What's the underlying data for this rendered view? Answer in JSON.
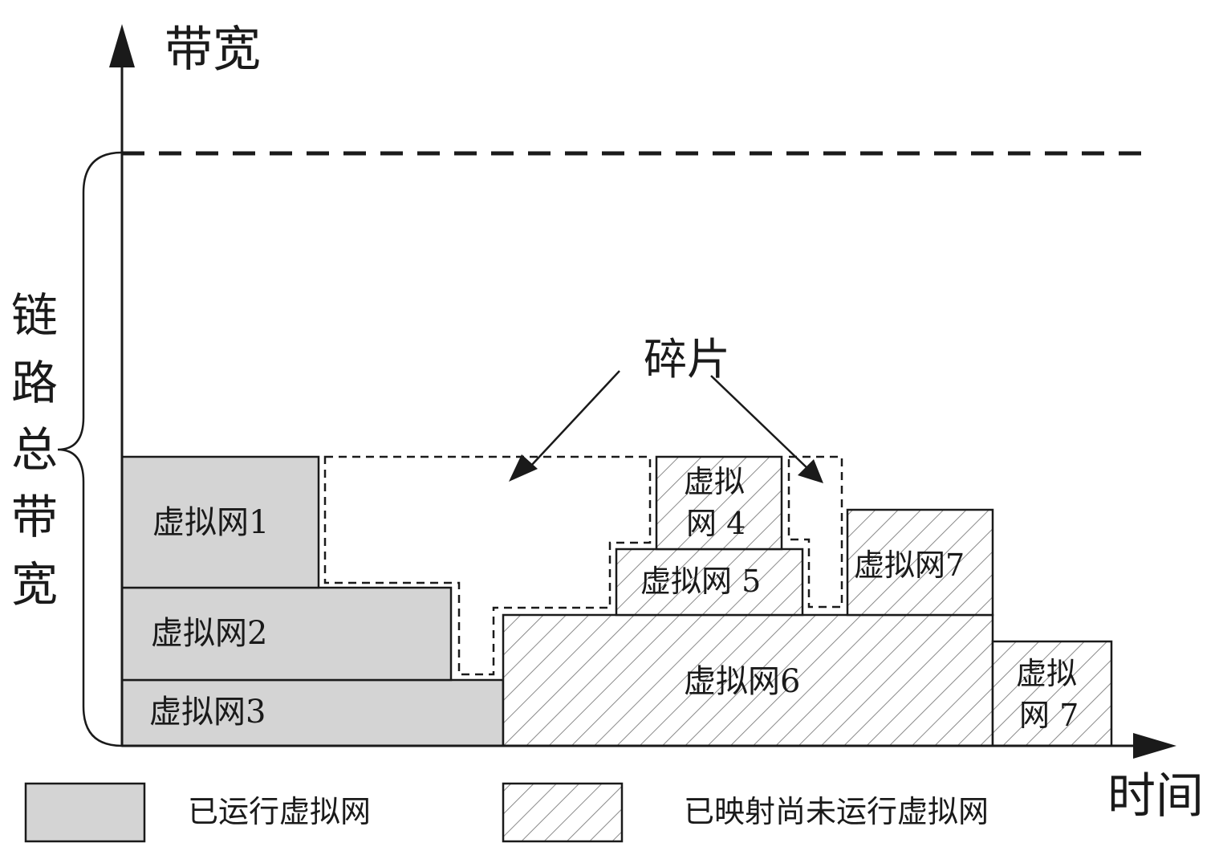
{
  "axes": {
    "y_title": "带宽",
    "x_title": "时间"
  },
  "total_bandwidth_label": [
    "链",
    "路",
    "总",
    "带",
    "宽"
  ],
  "fragment_label": "碎片",
  "blocks": {
    "vn1": "虚拟网1",
    "vn2": "虚拟网2",
    "vn3": "虚拟网3",
    "vn4_line1": "虚拟",
    "vn4_line2": "网 4",
    "vn5": "虚拟网 5",
    "vn6": "虚拟网6",
    "vn7_top": "虚拟网7",
    "vn7_bottom_line1": "虚拟",
    "vn7_bottom_line2": "网 7"
  },
  "legend": {
    "running": "已运行虚拟网",
    "mapped_not_running": "已映射尚未运行虚拟网"
  },
  "colors": {
    "running_fill": "#d4d4d4",
    "hatch_stroke": "#8a8a8a",
    "line": "#1a1a1a"
  }
}
